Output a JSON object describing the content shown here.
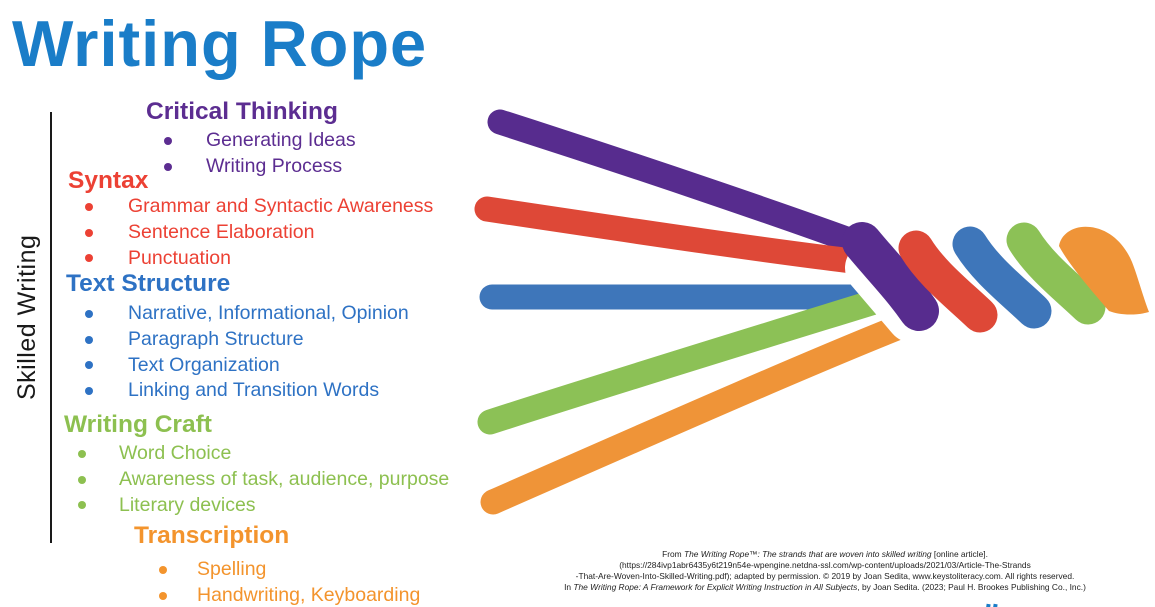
{
  "title": {
    "text": "Writing Rope",
    "color": "#1A7DC8"
  },
  "side_label": "Skilled Writing",
  "sections": [
    {
      "id": "critical-thinking",
      "heading": "Critical Thinking",
      "color": "#5C2D91",
      "items": [
        "Generating Ideas",
        "Writing Process"
      ]
    },
    {
      "id": "syntax",
      "heading": "Syntax",
      "color": "#EC4134",
      "items": [
        "Grammar and Syntactic Awareness",
        "Sentence Elaboration",
        "Punctuation"
      ]
    },
    {
      "id": "text-structure",
      "heading": "Text Structure",
      "color": "#2E72C4",
      "items": [
        "Narrative, Informational, Opinion",
        "Paragraph Structure",
        "Text Organization",
        "Linking and Transition Words"
      ]
    },
    {
      "id": "writing-craft",
      "heading": "Writing Craft",
      "color": "#8DC050",
      "items": [
        "Word Choice",
        "Awareness of task, audience, purpose",
        "Literary devices"
      ]
    },
    {
      "id": "transcription",
      "heading": "Transcription",
      "color": "#F3942D",
      "items": [
        "Spelling",
        "Handwriting, Keyboarding"
      ]
    }
  ],
  "rope": {
    "purple": "#572C8E",
    "red": "#DE4837",
    "blue": "#3E76BA",
    "green": "#8CC156",
    "orange": "#EF9438",
    "gap": "#FFFFFF"
  },
  "citation": {
    "lines": [
      [
        {
          "t": "From "
        },
        {
          "t": "The Writing Rope™: The strands that are woven into skilled writing",
          "i": true
        },
        {
          "t": " [online article]."
        }
      ],
      [
        {
          "t": "(https://284ivp1abr6435y6t219n54e-wpengine.netdna-ssl.com/wp-content/uploads/2021/03/Article-The-Strands"
        }
      ],
      [
        {
          "t": "-That-Are-Woven-Into-Skilled-Writing.pdf); adapted by permission. © 2019 by Joan Sedita, www.keystoliteracy.com. All rights reserved."
        }
      ],
      [
        {
          "t": "In "
        },
        {
          "t": "The Writing Rope: A Framework for Explicit Writing Instruction in All Subjects",
          "i": true
        },
        {
          "t": ", by Joan Sedita. (2023; Paul H. Brookes Publishing Co., Inc.)"
        }
      ]
    ]
  },
  "decorations": {
    "bottom_right_mark": "cut-off-blue-text"
  }
}
